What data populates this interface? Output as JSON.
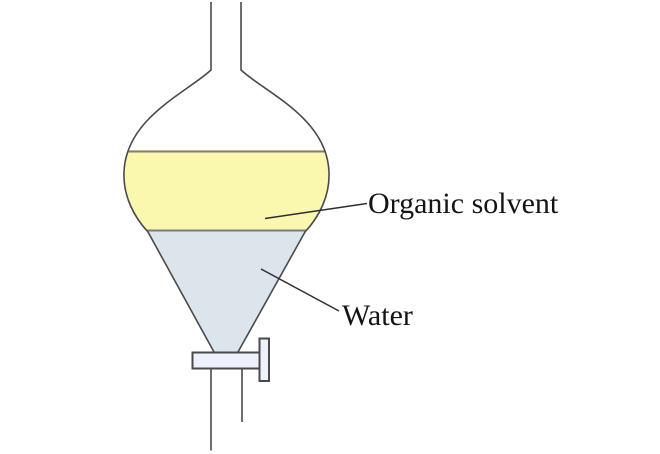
{
  "figure": {
    "kind": "separating-funnel-two-liquid-layers",
    "labels": {
      "organic_solvent": "Organic solvent",
      "water": "Water"
    },
    "colors": {
      "organic_solvent_fill": "#FAF7AF",
      "water_fill": "#DCE4EC",
      "stopcock_fill": "#ECF1FB",
      "glass_outline": "#4A4A4A",
      "liquid_surface_line": "#7D7D7D",
      "leader_line": "#2E2E2E",
      "label_text": "#141414"
    }
  }
}
